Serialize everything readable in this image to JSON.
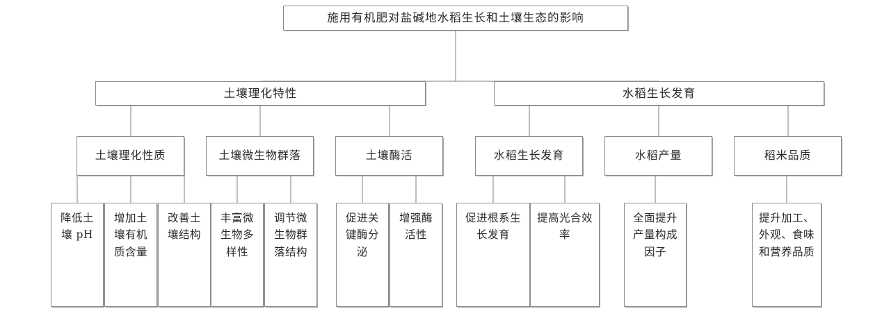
{
  "diagram": {
    "type": "tree",
    "orientation": "top-down",
    "levels": 4,
    "style": {
      "box_border_color": "#8c8c8c",
      "box_fill_color": "#ffffff",
      "connector_color": "#7d7d7d",
      "text_color": "#2b2b2b",
      "background": "#ffffff"
    },
    "root": {
      "id": "root",
      "label": "施用有机肥对盐碱地水稻生长和土壤生态的影响"
    },
    "level2": [
      {
        "id": "l2-soil",
        "label": "土壤理化特性"
      },
      {
        "id": "l2-rice",
        "label": "水稻生长发育"
      }
    ],
    "level3": [
      {
        "id": "l3-soil-prop",
        "label": "土壤理化性质",
        "parent": "l2-soil"
      },
      {
        "id": "l3-microbe",
        "label": "土壤微生物群落",
        "parent": "l2-soil"
      },
      {
        "id": "l3-enzyme",
        "label": "土壤酶活",
        "parent": "l2-soil"
      },
      {
        "id": "l3-growth",
        "label": "水稻生长发育",
        "parent": "l2-rice"
      },
      {
        "id": "l3-yield",
        "label": "水稻产量",
        "parent": "l2-rice"
      },
      {
        "id": "l3-quality",
        "label": "稻米品质",
        "parent": "l2-rice"
      }
    ],
    "level4": [
      {
        "id": "l4-ph",
        "label": "降低土壤 pH",
        "parent": "l3-soil-prop"
      },
      {
        "id": "l4-om",
        "label": "增加土壤有机质含量",
        "parent": "l3-soil-prop"
      },
      {
        "id": "l4-struct",
        "label": "改善土壤结构",
        "parent": "l3-soil-prop"
      },
      {
        "id": "l4-diversity",
        "label": "丰富微生物多样性",
        "parent": "l3-microbe"
      },
      {
        "id": "l4-community",
        "label": "调节微生物群落结构",
        "parent": "l3-microbe"
      },
      {
        "id": "l4-secrete",
        "label": "促进关键酶分泌",
        "parent": "l3-enzyme"
      },
      {
        "id": "l4-activity",
        "label": "增强酶活性",
        "parent": "l3-enzyme"
      },
      {
        "id": "l4-root",
        "label": "促进根系生长发育",
        "parent": "l3-growth"
      },
      {
        "id": "l4-photo",
        "label": "提高光合效率",
        "parent": "l3-growth"
      },
      {
        "id": "l4-yieldcomp",
        "label": "全面提升产量构成因子",
        "parent": "l3-yield"
      },
      {
        "id": "l4-grainq",
        "label": "提升加工、外观、食味和营养品质",
        "parent": "l3-quality"
      }
    ]
  }
}
